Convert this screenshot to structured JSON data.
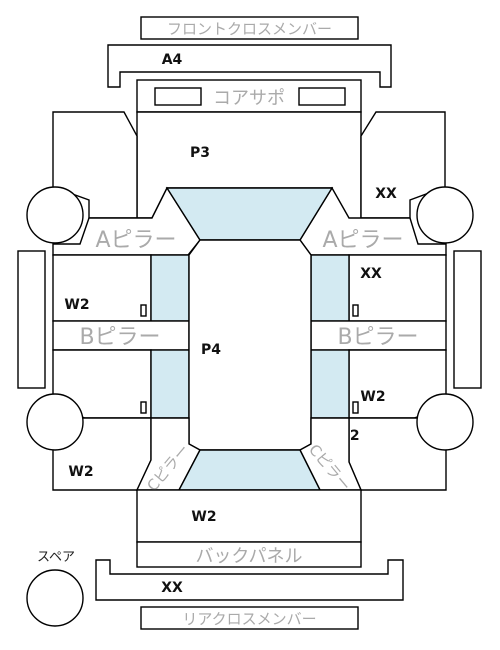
{
  "parts": {
    "front_cross_member": "フロントクロスメンバー",
    "core_support": "コアサポ",
    "a_pillar_left": "Aピラー",
    "a_pillar_right": "Aピラー",
    "b_pillar_left": "Bピラー",
    "b_pillar_right": "Bピラー",
    "back_panel": "バックパネル",
    "rear_cross_member": "リアクロスメンバー",
    "c_pillar_left": "Cピラー",
    "c_pillar_right": "Cピラー",
    "spare": "スペア"
  },
  "codes": {
    "front_cross": "A4",
    "core_support_area": "P3",
    "a_pillar_right_area": "XX",
    "b_pillar_right_upper": "XX",
    "b_pillar_left_upper": "W2",
    "cabin": "P4",
    "b_pillar_right_lower": "W2",
    "c_pillar_right_area": "W2",
    "rear_left_area": "W2",
    "trunk": "W2",
    "rear_cross": "XX"
  },
  "colors": {
    "glass": "#d3eaf2",
    "label_gray": "#aaaaaa"
  }
}
